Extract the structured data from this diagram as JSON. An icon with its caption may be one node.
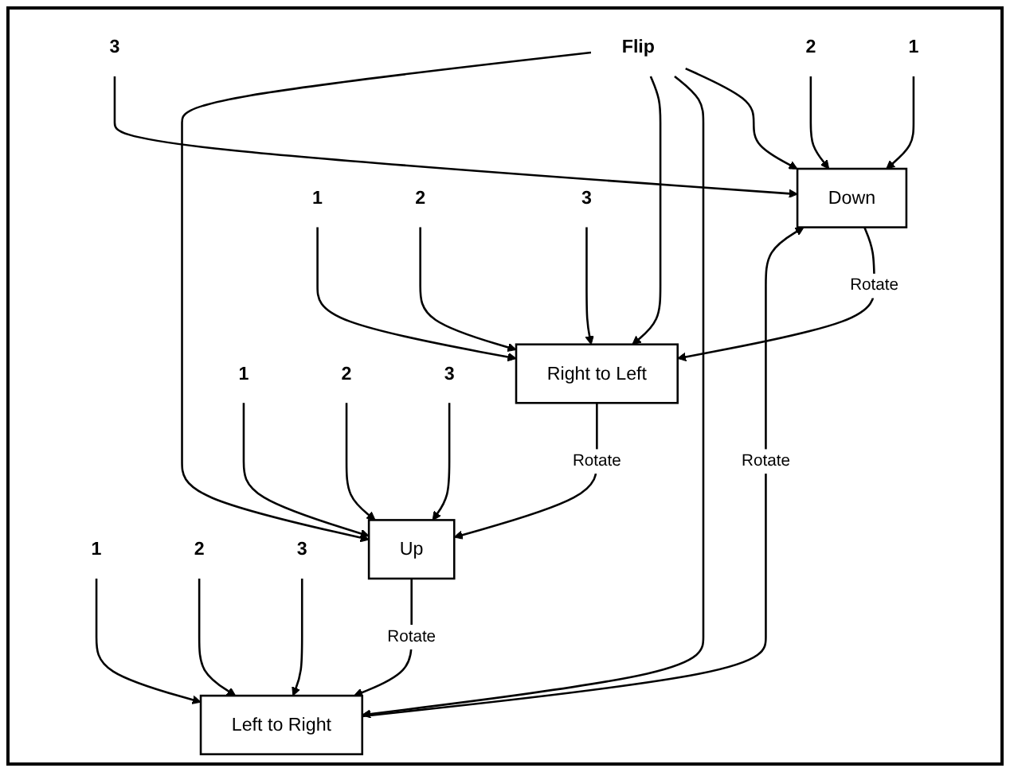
{
  "diagram": {
    "nodes": [
      {
        "text": [
          "1"
        ]
      },
      {
        "text": [
          "2"
        ]
      },
      {
        "text": [
          "3"
        ]
      },
      {
        "text": [
          "Down"
        ]
      },
      {
        "text": [
          "Left to Right"
        ]
      },
      {
        "text": [
          "1"
        ]
      },
      {
        "text": [
          "2"
        ]
      },
      {
        "text": [
          "3"
        ]
      },
      {
        "text": [
          "Right to Left"
        ]
      },
      {
        "text": [
          "1"
        ]
      },
      {
        "text": [
          "2"
        ]
      },
      {
        "text": [
          "3"
        ]
      },
      {
        "text": [
          "Flip"
        ]
      },
      {
        "text": [
          "Up"
        ]
      },
      {
        "text": [
          "1"
        ]
      },
      {
        "text": [
          "2"
        ]
      },
      {
        "text": [
          "3"
        ]
      }
    ],
    "edges": [
      {
        "from": 0,
        "to": 3,
        "arrow": "to"
      },
      {
        "from": 1,
        "to": 3,
        "arrow": "to"
      },
      {
        "from": 2,
        "to": 3,
        "arrow": "to"
      },
      {
        "from": 4,
        "to": 3,
        "arrow": "to",
        "label": "Rotate"
      },
      {
        "from": 3,
        "to": 8,
        "arrow": "to",
        "label": "Rotate"
      },
      {
        "from": 5,
        "to": 4,
        "arrow": "to"
      },
      {
        "from": 6,
        "to": 4,
        "arrow": "to"
      },
      {
        "from": 7,
        "to": 4,
        "arrow": "to"
      },
      {
        "from": 9,
        "to": 8,
        "arrow": "to"
      },
      {
        "from": 10,
        "to": 8,
        "arrow": "to"
      },
      {
        "from": 11,
        "to": 8,
        "arrow": "to"
      },
      {
        "from": 12,
        "to": 3,
        "arrow": "to"
      },
      {
        "from": 12,
        "to": 4,
        "arrow": "to"
      },
      {
        "from": 12,
        "to": 8,
        "arrow": "to"
      },
      {
        "from": 12,
        "to": 13,
        "arrow": "to"
      },
      {
        "from": 8,
        "to": 13,
        "arrow": "to",
        "label": "Rotate"
      },
      {
        "from": 13,
        "to": 4,
        "arrow": "to",
        "label": "Rotate"
      },
      {
        "from": 14,
        "to": 13,
        "arrow": "to"
      },
      {
        "from": 15,
        "to": 13,
        "arrow": "to"
      },
      {
        "from": 16,
        "to": 13,
        "arrow": "to"
      }
    ]
  }
}
